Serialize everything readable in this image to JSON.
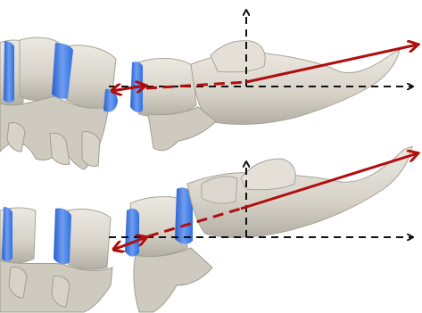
{
  "colors": {
    "background": "#ffffff",
    "bone_fill": "#d9d5cc",
    "bone_shadow": "#b3aea4",
    "bone_highlight": "#ece9e2",
    "disc_blue": "#2f6fe0",
    "disc_blue_light": "#6e9df0",
    "axis_dashed": "#111111",
    "measure_red": "#b00d0d"
  },
  "panels": [
    {
      "id": "top",
      "description": "spine-lateral-view-top",
      "arrow_direction": "up-right",
      "axes": [
        "vertical-dashed-axis",
        "horizontal-dashed-axis"
      ],
      "markers": [
        "double-headed-red-arrow",
        "red-dashed-line",
        "red-solid-arrow"
      ]
    },
    {
      "id": "bottom",
      "description": "spine-lateral-view-bottom",
      "arrow_direction": "up-right",
      "axes": [
        "vertical-dashed-axis",
        "horizontal-dashed-axis"
      ],
      "markers": [
        "double-headed-red-arrow",
        "red-dashed-line",
        "red-solid-arrow"
      ]
    }
  ]
}
